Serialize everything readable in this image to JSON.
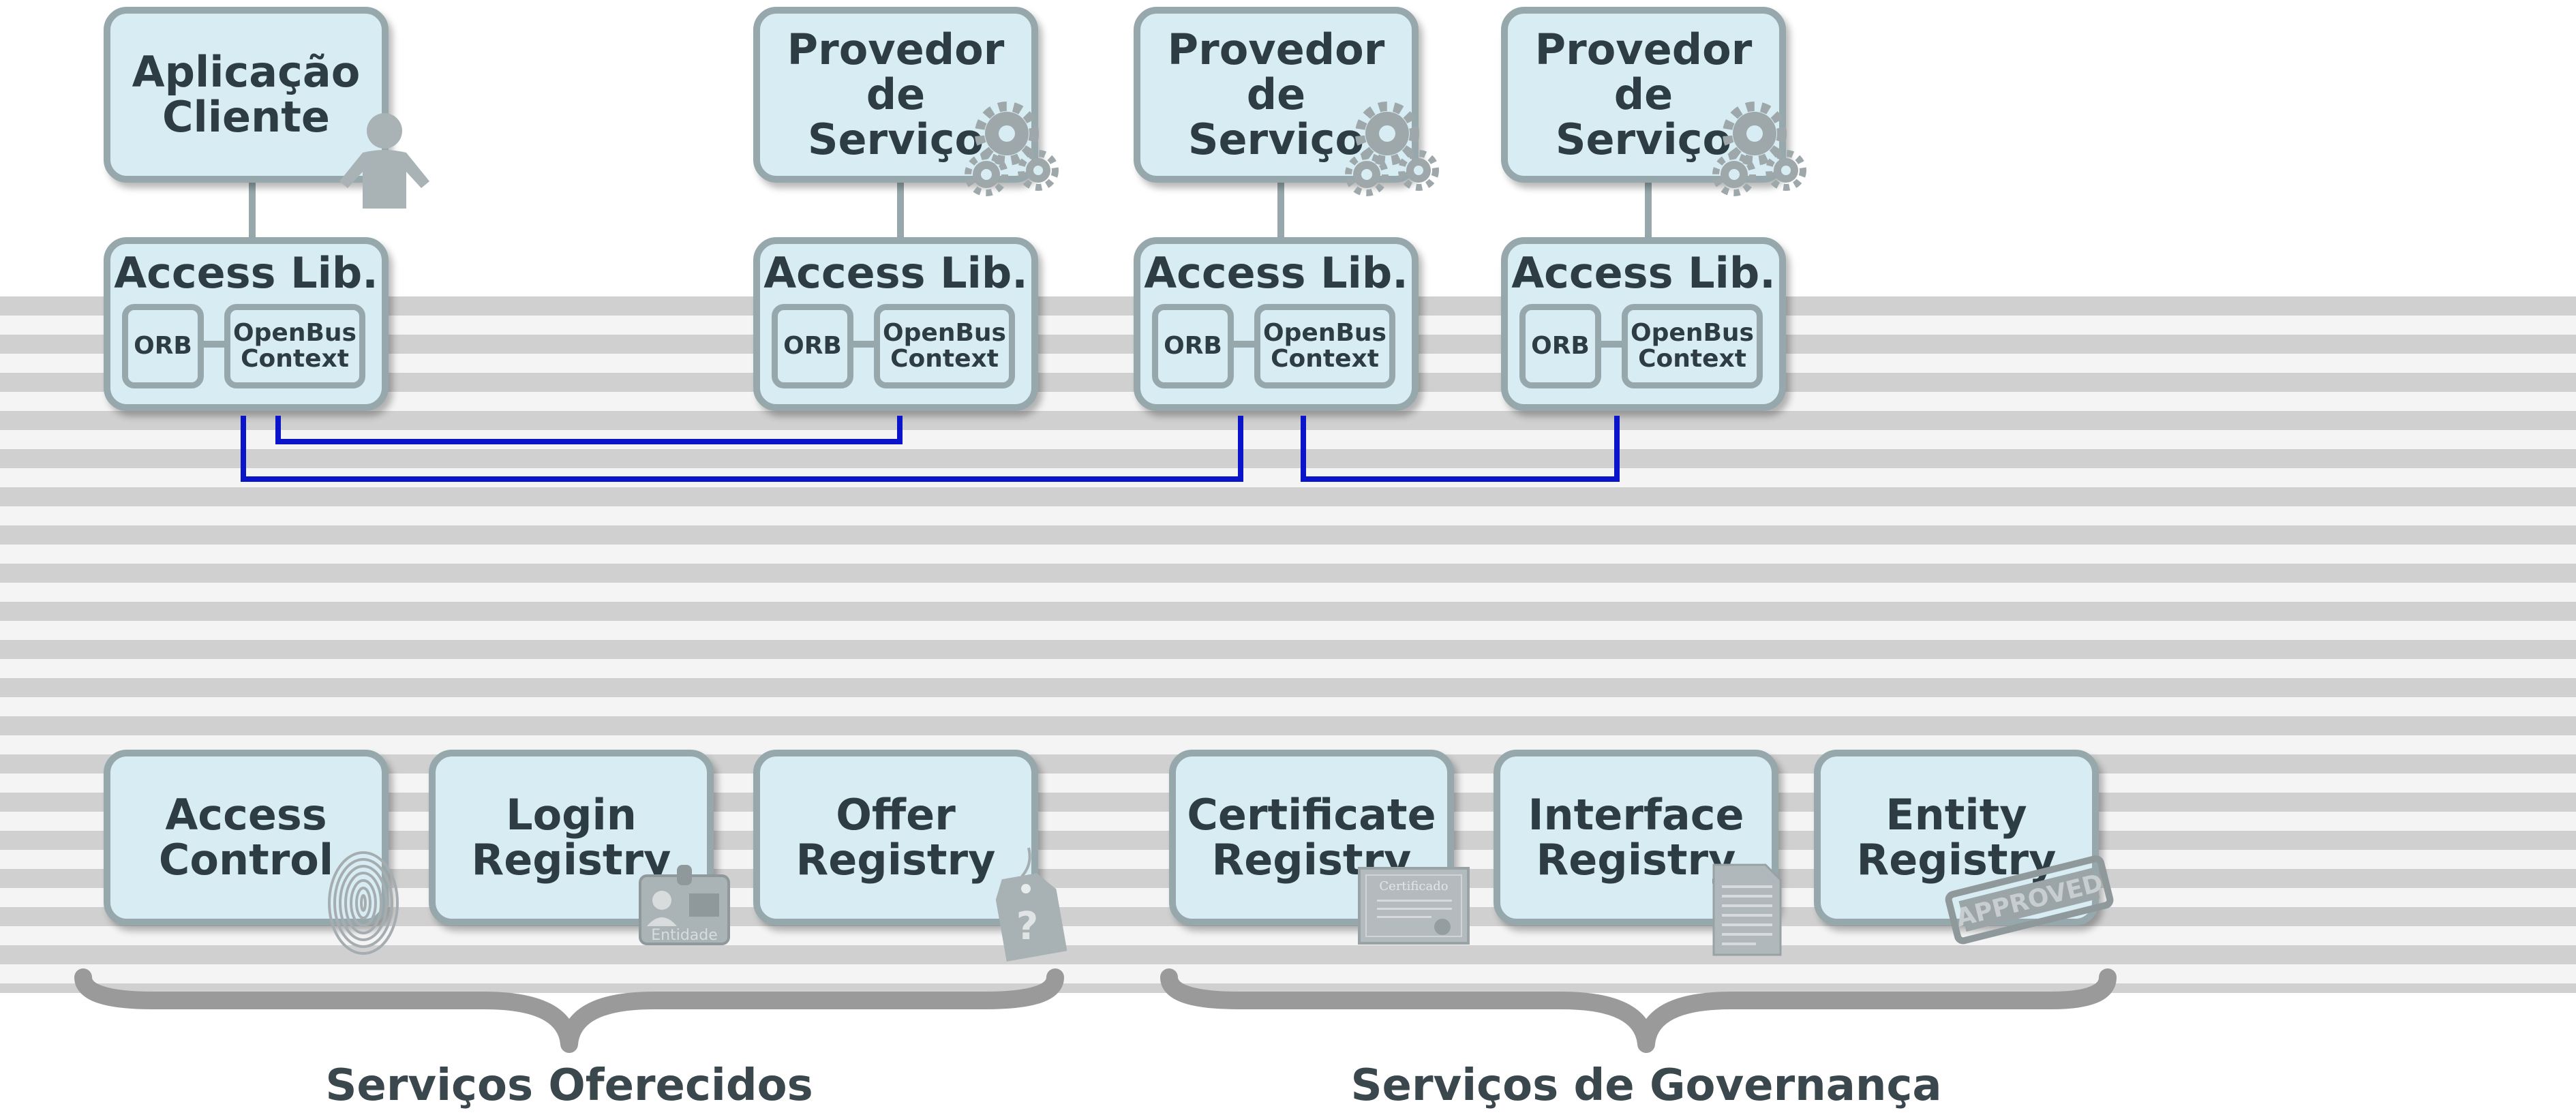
{
  "clients": [
    {
      "line1": "Aplicação",
      "line2": "Cliente",
      "icon": "person-icon"
    }
  ],
  "providers": [
    {
      "line1": "Provedor de",
      "line2": "Serviço",
      "icon": "gears-icon"
    },
    {
      "line1": "Provedor de",
      "line2": "Serviço",
      "icon": "gears-icon"
    },
    {
      "line1": "Provedor de",
      "line2": "Serviço",
      "icon": "gears-icon"
    }
  ],
  "access_lib": {
    "title": "Access Lib.",
    "orb": "ORB",
    "context_line1": "OpenBus",
    "context_line2": "Context"
  },
  "offered_services": [
    {
      "line1": "Access",
      "line2": "Control",
      "icon": "fingerprint-icon"
    },
    {
      "line1": "Login",
      "line2": "Registry",
      "icon": "id-card-icon",
      "icon_text": "Entidade"
    },
    {
      "line1": "Offer",
      "line2": "Registry",
      "icon": "price-tag-icon"
    }
  ],
  "governance_services": [
    {
      "line1": "Certificate",
      "line2": "Registry",
      "icon": "certificate-icon",
      "icon_text": "Certificado"
    },
    {
      "line1": "Interface",
      "line2": "Registry",
      "icon": "document-icon"
    },
    {
      "line1": "Entity",
      "line2": "Registry",
      "icon": "approved-stamp-icon",
      "icon_text": "APPROVED"
    }
  ],
  "group_labels": {
    "offered": "Serviços Oferecidos",
    "governance": "Serviços de Governança"
  },
  "colors": {
    "box_fill": "#d8edf3",
    "box_border": "#97a8ad",
    "connection_line": "#0a14c8",
    "bus_stripe_dark": "#d0d0d0",
    "bus_stripe_light": "#f4f4f4",
    "brace": "#9a9a9a",
    "text": "#2e3d44"
  }
}
